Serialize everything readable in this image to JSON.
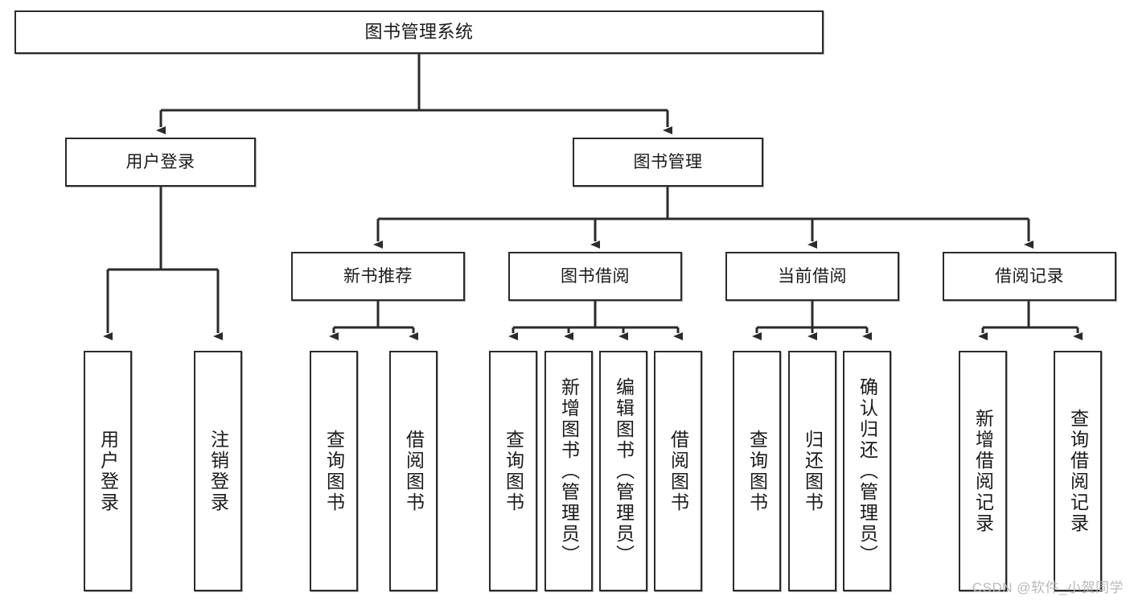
{
  "diagram": {
    "title": "图书管理系统",
    "type": "tree",
    "watermark": "CSDN @软件_小贺同学",
    "colors": {
      "border": "#2b2b2b",
      "fill": "#ffffff",
      "text": "#1a1a1a",
      "edge": "#2b2b2b",
      "watermark": "#b9b9b9"
    },
    "nodes": {
      "root": {
        "label": "图书管理系统"
      },
      "level2": [
        {
          "id": "user-login",
          "label": "用户登录"
        },
        {
          "id": "book-manage",
          "label": "图书管理"
        }
      ],
      "level3": [
        {
          "id": "new-book-recommend",
          "label": "新书推荐"
        },
        {
          "id": "book-borrow",
          "label": "图书借阅"
        },
        {
          "id": "current-borrow",
          "label": "当前借阅"
        },
        {
          "id": "borrow-record",
          "label": "借阅记录"
        }
      ],
      "leaves": {
        "user-login": [
          {
            "id": "leaf-user-login",
            "label": "用户登录"
          },
          {
            "id": "leaf-logout-login",
            "label": "注销登录"
          }
        ],
        "new-book-recommend": [
          {
            "id": "leaf-query-book-1",
            "label": "查询图书"
          },
          {
            "id": "leaf-borrow-book-1",
            "label": "借阅图书"
          }
        ],
        "book-borrow": [
          {
            "id": "leaf-query-book-2",
            "label": "查询图书"
          },
          {
            "id": "leaf-add-book",
            "label": "新增图书（管理员）"
          },
          {
            "id": "leaf-edit-book",
            "label": "编辑图书（管理员）"
          },
          {
            "id": "leaf-borrow-book-2",
            "label": "借阅图书"
          }
        ],
        "current-borrow": [
          {
            "id": "leaf-query-book-3",
            "label": "查询图书"
          },
          {
            "id": "leaf-return-book",
            "label": "归还图书"
          },
          {
            "id": "leaf-confirm-return",
            "label": "确认归还（管理员）"
          }
        ],
        "borrow-record": [
          {
            "id": "leaf-add-record",
            "label": "新增借阅记录"
          },
          {
            "id": "leaf-query-record",
            "label": "查询借阅记录"
          }
        ]
      }
    }
  }
}
